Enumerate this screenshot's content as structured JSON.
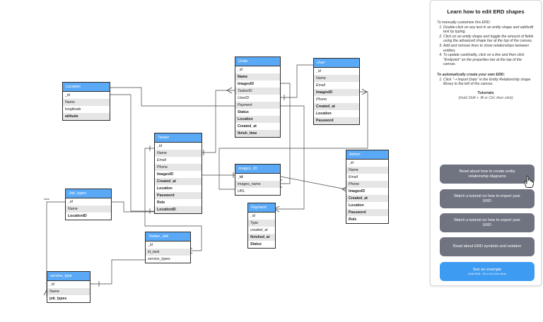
{
  "entities": {
    "location": {
      "title": "Location",
      "fields": [
        "_id",
        "Name",
        "longtitude",
        "attitude"
      ]
    },
    "order": {
      "title": "Order",
      "fields": [
        "_id",
        "Name",
        "ImagesID",
        "TaskerID",
        "UserID",
        "Payment",
        "Status",
        "Location",
        "Created_at",
        "finish_time"
      ]
    },
    "user": {
      "title": "User",
      "fields": [
        "_id",
        "Name",
        "Email",
        "ImagesID",
        "Phone",
        "Created_at",
        "Location",
        "Password"
      ]
    },
    "tasker": {
      "title": "Tasker",
      "fields": [
        "_id",
        "Name",
        "Email",
        "Phone",
        "ImagesID",
        "Created_at",
        "Location",
        "Password",
        "Role",
        "LocationID"
      ]
    },
    "images_id": {
      "title": "Images_ID",
      "fields": [
        "_id",
        "images_name",
        "URL"
      ]
    },
    "admin": {
      "title": "Admin",
      "fields": [
        "_id",
        "Name",
        "Email",
        "Phone",
        "ImagesID",
        "Created_at",
        "Location",
        "Password",
        "Role"
      ]
    },
    "job_types": {
      "title": "Job_types",
      "fields": [
        "_id",
        "Name",
        "LocationID"
      ]
    },
    "payment": {
      "title": "Payment",
      "fields": [
        "_id",
        "Type",
        "created_at",
        "finished_at",
        "Status"
      ]
    },
    "tasker_job": {
      "title": "Tasker_Job",
      "fields": [
        "_id",
        "id_task",
        "service_types"
      ]
    },
    "service_type": {
      "title": "service_type",
      "fields": [
        "_id",
        "Name",
        "job_types"
      ]
    }
  },
  "panel": {
    "title": "Learn how to edit ERD shapes",
    "manual_intro": "To manually customize this ERD:",
    "steps": [
      "Double-click on any text in an entity shape and add/edit text by typing.",
      "Click on an entity shape and toggle the amount of fields using the advanced shape bar at the top of the canvas.",
      "Add and remove lines to show relationships between entities.",
      "To update cardinality, click on a line and then click \"Endpoint\" on the properties bar at the top of the canvas."
    ],
    "auto_intro": "To automatically create your own ERD:",
    "auto_step": "Click \"⇢ Import Data\" in the Entity Relationship shape library to the left of the canvas.",
    "tutorials_title": "Tutorials",
    "tutorials_sub": "(Hold Shift + ⌘ or Ctrl, then click)",
    "buttons": [
      "Read about how to create entity relationship diagrams",
      "Watch a tutorial on how to import your ERD",
      "Watch a tutorial on how to export your ERD",
      "Read about ERD symbols and notation"
    ],
    "example_label": "See an example",
    "example_sub": "(Hold Shift + ⌘ or Ctrl, then click)"
  }
}
